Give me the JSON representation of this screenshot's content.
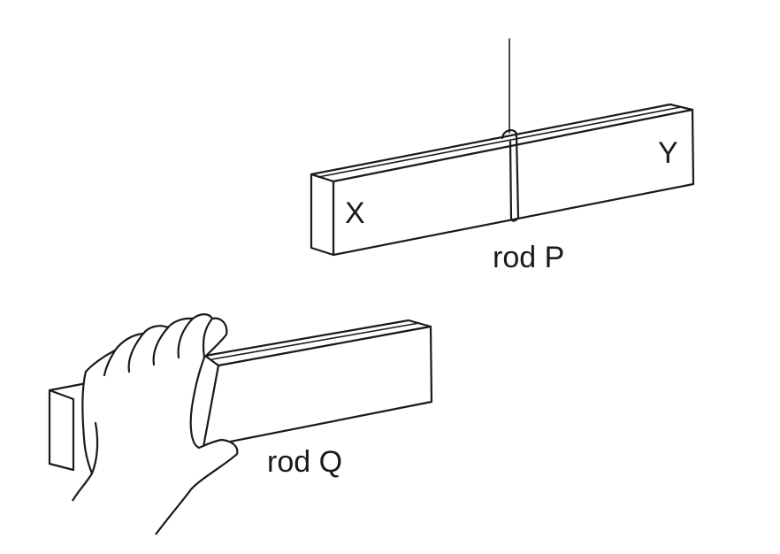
{
  "labels": {
    "end_x": "X",
    "end_y": "Y",
    "rod_p": "rod P",
    "rod_q": "rod Q"
  },
  "colors": {
    "line": "#1a1a1a",
    "background": "#ffffff"
  }
}
